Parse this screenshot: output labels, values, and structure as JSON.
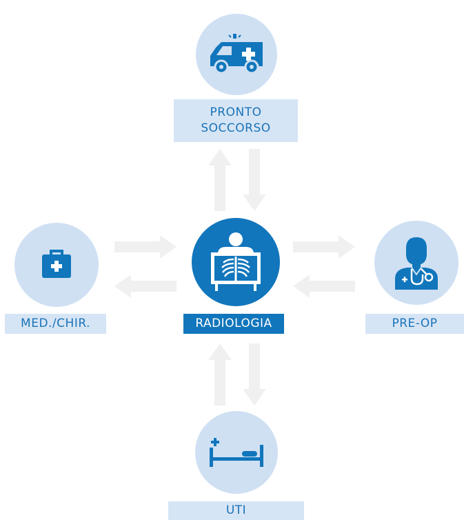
{
  "colors": {
    "accent": "#1176bc",
    "light_circle": "#cfe0f3",
    "label_background": "#d6e5f5",
    "arrow": "#f0f0f0"
  },
  "center": {
    "label": "RADIOLOGIA",
    "icon": "xray-icon"
  },
  "nodes": {
    "top": {
      "label_line1": "PRONTO",
      "label_line2": "SOCCORSO",
      "icon": "ambulance-icon"
    },
    "left": {
      "label": "MED./CHIR.",
      "icon": "medical-kit-icon"
    },
    "right": {
      "label": "PRE-OP",
      "icon": "doctor-icon"
    },
    "bottom": {
      "label": "UTI",
      "icon": "hospital-bed-icon"
    }
  }
}
